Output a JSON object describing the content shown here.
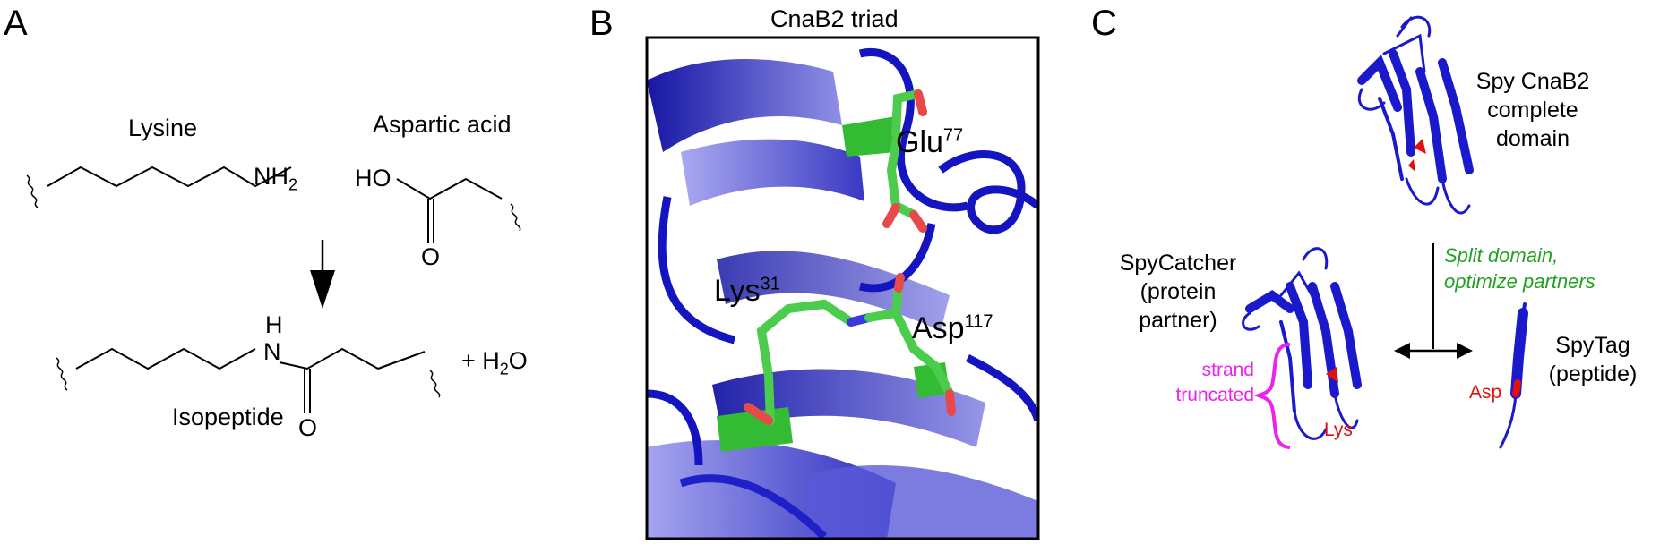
{
  "panels": {
    "a": {
      "letter": "A",
      "lysine": "Lysine",
      "aspartic_acid": "Aspartic acid",
      "nh2": "NH",
      "nh2_sub": "2",
      "ho": "HO",
      "o_top": "O",
      "h_atom": "H",
      "n_atom": "N",
      "o_bottom": "O",
      "isopeptide": "Isopeptide",
      "water_plus": "+ H",
      "water_sub": "2",
      "water_o": "O"
    },
    "b": {
      "letter": "B",
      "title": "CnaB2 triad",
      "glu": "Glu",
      "glu_num": "77",
      "lys": "Lys",
      "lys_num": "31",
      "asp": "Asp",
      "asp_num": "117"
    },
    "c": {
      "letter": "C",
      "spy_line1": "Spy CnaB2",
      "spy_line2": "complete",
      "spy_line3": "domain",
      "catcher_line1": "SpyCatcher",
      "catcher_line2": "(protein",
      "catcher_line3": "partner)",
      "split_line1": "Split domain,",
      "split_line2": "optimize partners",
      "tag_line1": "SpyTag",
      "tag_line2": "(peptide)",
      "asp": "Asp",
      "lys": "Lys",
      "strand_line1": "strand",
      "strand_line2": "truncated"
    }
  },
  "colors": {
    "protein": "#1a1acc",
    "stick": "#4ccc4c",
    "oxygen": "#e84a4a",
    "residue_red": "#e01010",
    "truncated_magenta": "#ee22ee",
    "split_green": "#22a022"
  }
}
